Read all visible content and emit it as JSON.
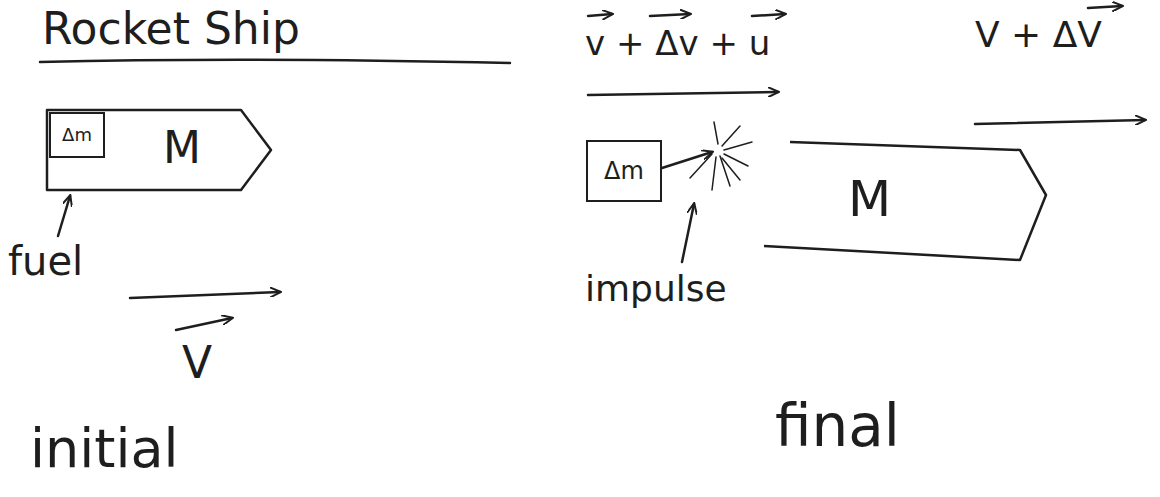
{
  "diagram": {
    "title": "Rocket Ship",
    "nodes": [
      {
        "text": [
          "M"
        ]
      },
      {
        "text": [
          "Δm"
        ],
        "in": 0
      },
      {
        "text": [
          "Δm"
        ]
      },
      {
        "text": [
          "M"
        ]
      }
    ],
    "labels": [
      "fuel",
      "V",
      "initial",
      "v + Δv + u",
      "impulse",
      "V + ΔV",
      "final"
    ]
  }
}
